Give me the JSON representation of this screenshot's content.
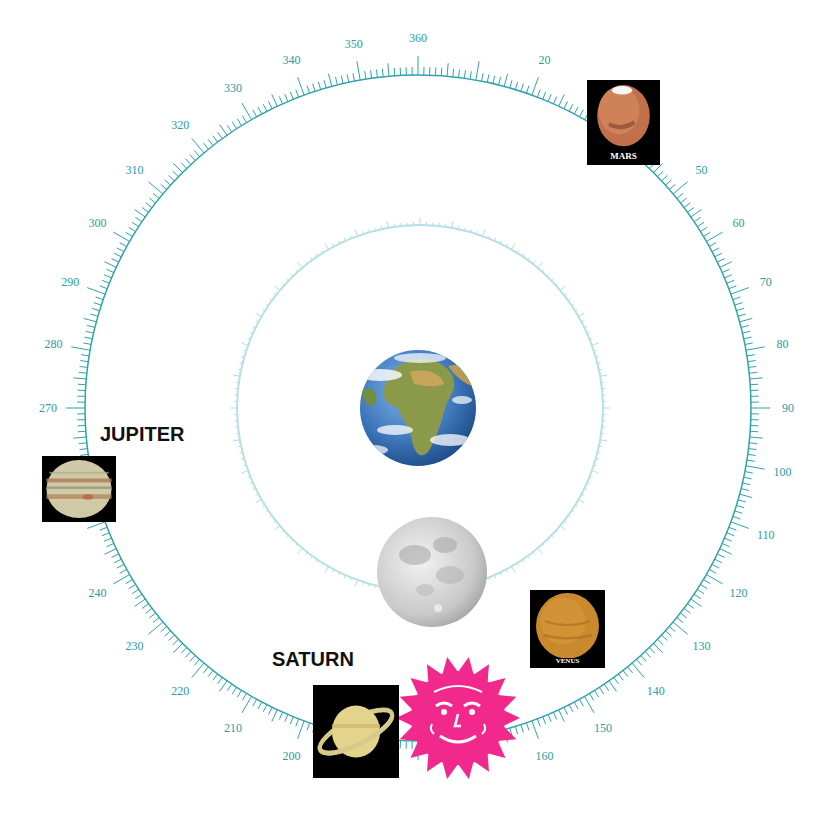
{
  "diagram": {
    "nodes": [
      {
        "text": [
          "MARS"
        ]
      },
      {
        "text": [
          "JUPITER"
        ]
      },
      {
        "text": [
          "VENUS"
        ]
      },
      {
        "text": [
          "SATURN"
        ]
      }
    ],
    "labels": [
      "360",
      "350",
      "340",
      "330",
      "320",
      "310",
      "300",
      "290",
      "280",
      "270",
      "240",
      "230",
      "220",
      "210",
      "200",
      "160",
      "150",
      "140",
      "130",
      "120",
      "110",
      "100",
      "90",
      "80",
      "70",
      "60",
      "50",
      "20"
    ]
  }
}
